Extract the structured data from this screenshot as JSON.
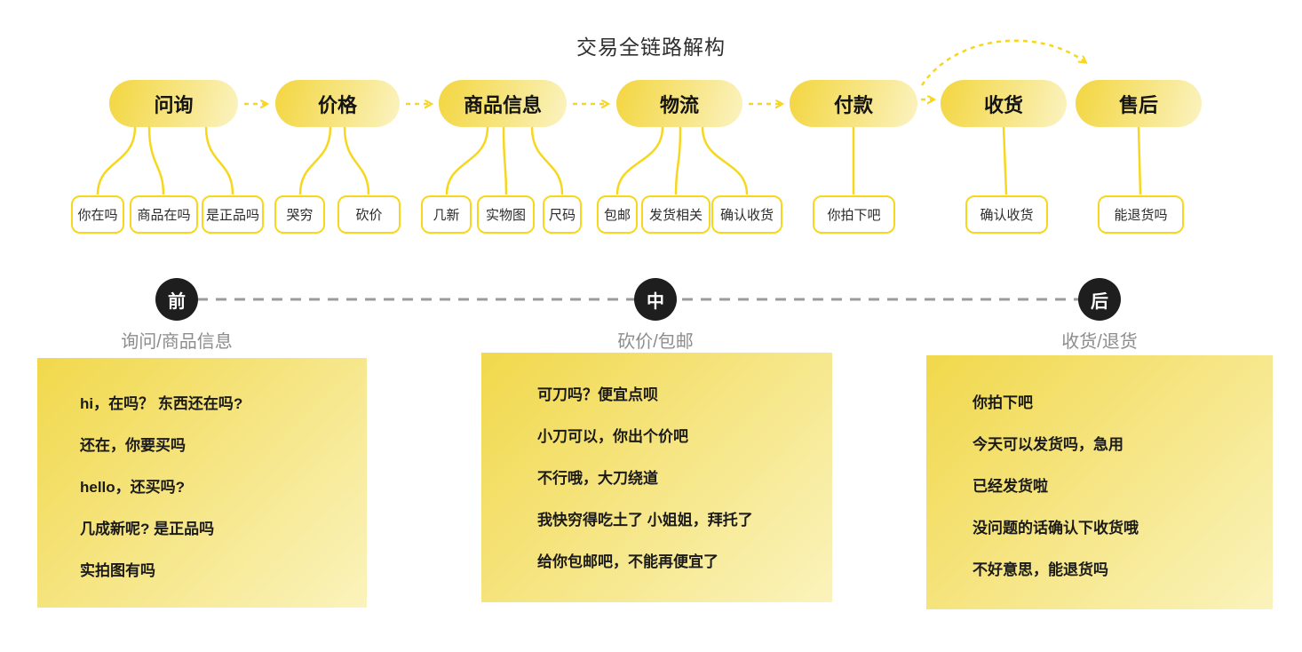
{
  "title": "交易全链路解构",
  "colors": {
    "accent_yellow": "#F7D71E",
    "badge_black": "#1E1E1E",
    "phase_label_gray": "#8C8C8C"
  },
  "flow": {
    "stages": [
      {
        "label": "问询",
        "items": [
          "你在吗",
          "商品在吗",
          "是正品吗"
        ]
      },
      {
        "label": "价格",
        "items": [
          "哭穷",
          "砍价"
        ]
      },
      {
        "label": "商品信息",
        "items": [
          "几新",
          "实物图",
          "尺码"
        ]
      },
      {
        "label": "物流",
        "items": [
          "包邮",
          "发货相关",
          "确认收货"
        ]
      },
      {
        "label": "付款",
        "items": [
          "你拍下吧"
        ]
      },
      {
        "label": "收货",
        "items": [
          "确认收货"
        ]
      },
      {
        "label": "售后",
        "items": [
          "能退货吗"
        ]
      }
    ]
  },
  "timeline": {
    "phases": [
      {
        "badge": "前",
        "label": "询问/商品信息"
      },
      {
        "badge": "中",
        "label": "砍价/包邮"
      },
      {
        "badge": "后",
        "label": "收货/退货"
      }
    ]
  },
  "chat_panels": [
    {
      "lines": [
        "hi，在吗？ 东西还在吗?",
        "还在，你要买吗",
        "hello，还买吗?",
        "几成新呢? 是正品吗",
        "实拍图有吗"
      ]
    },
    {
      "lines": [
        "可刀吗？便宜点呗",
        "小刀可以，你出个价吧",
        "不行哦，大刀绕道",
        "我快穷得吃土了 小姐姐，拜托了",
        "给你包邮吧，不能再便宜了"
      ]
    },
    {
      "lines": [
        "你拍下吧",
        "今天可以发货吗，急用",
        "已经发货啦",
        "没问题的话确认下收货哦",
        "不好意思，能退货吗"
      ]
    }
  ]
}
